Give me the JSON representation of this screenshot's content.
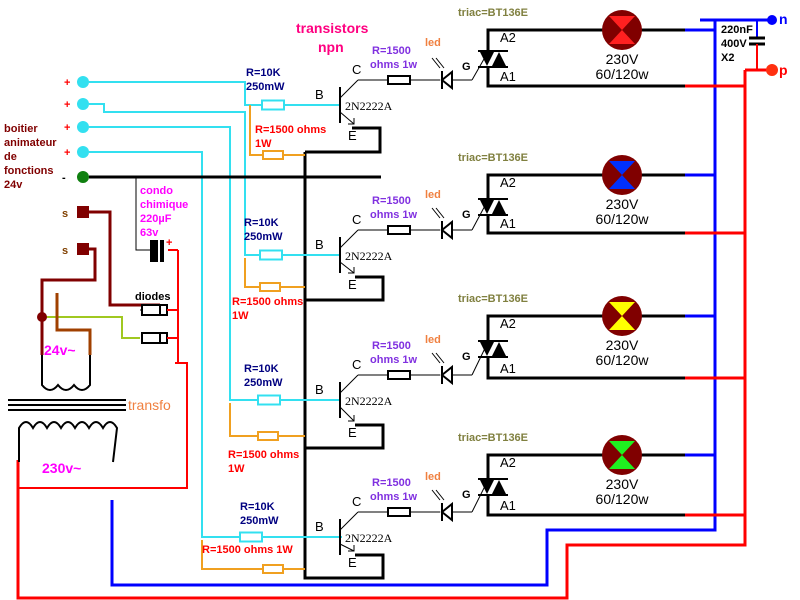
{
  "colors": {
    "cyan": "#33e0f0",
    "orange": "#f0a020",
    "red": "#ff0000",
    "blue": "#0000ff",
    "black": "#000000",
    "maroon": "#800000",
    "olive_green": "#a0c820",
    "magenta": "#ff00ff",
    "pink": "#ff0080",
    "purple": "#8030e0",
    "navy": "#000080",
    "olive_text": "#808040",
    "orange_text": "#f08040",
    "brown_text": "#804000",
    "box_text": "#800000"
  },
  "title": {
    "line1": "transistors",
    "line2": "npn"
  },
  "controller": {
    "label_lines": [
      "boitier",
      "animateur",
      "de",
      "fonctions",
      "24v"
    ],
    "terminals": [
      {
        "sign": "+",
        "color": "#33e0f0"
      },
      {
        "sign": "+",
        "color": "#33e0f0"
      },
      {
        "sign": "+",
        "color": "#33e0f0"
      },
      {
        "sign": "+",
        "color": "#33e0f0"
      },
      {
        "sign": "-",
        "color": "#108010"
      }
    ],
    "s_terminals": [
      "s",
      "s"
    ]
  },
  "capacitor_chem": {
    "lines": [
      "condo",
      "chimique",
      "220µF",
      "63v"
    ],
    "plus": "+"
  },
  "diodes_label": "diodes",
  "transformer": {
    "label": "transfo",
    "secondary": "24v~",
    "primary": "230v~"
  },
  "mains": {
    "n_label": "n",
    "p_label": "p",
    "cap_lines": [
      "220nF",
      "400V",
      "X2"
    ]
  },
  "channels": [
    {
      "base_resistor": [
        "R=10K",
        "250mW"
      ],
      "pull_resistor": [
        "R=1500 ohms",
        "1W"
      ],
      "collector_resistor": [
        "R=1500",
        "ohms 1w"
      ],
      "transistor": "2N2222A",
      "pins": {
        "b": "B",
        "c": "C",
        "e": "E"
      },
      "led": "led",
      "triac": "triac=BT136E",
      "triac_pins": {
        "a2": "A2",
        "a1": "A1",
        "g": "G"
      },
      "lamp_color": "#ff2020",
      "lamp_lines": [
        "230V",
        "60/120w"
      ]
    },
    {
      "base_resistor": [
        "R=10K",
        "250mW"
      ],
      "pull_resistor": [
        "R=1500 ohms",
        "1W"
      ],
      "collector_resistor": [
        "R=1500",
        "ohms 1w"
      ],
      "transistor": "2N2222A",
      "pins": {
        "b": "B",
        "c": "C",
        "e": "E"
      },
      "led": "led",
      "triac": "triac=BT136E",
      "triac_pins": {
        "a2": "A2",
        "a1": "A1",
        "g": "G"
      },
      "lamp_color": "#0030ff",
      "lamp_lines": [
        "230V",
        "60/120w"
      ]
    },
    {
      "base_resistor": [
        "R=10K",
        "250mW"
      ],
      "pull_resistor": [
        "R=1500 ohms",
        "1W"
      ],
      "collector_resistor": [
        "R=1500",
        "ohms 1w"
      ],
      "transistor": "2N2222A",
      "pins": {
        "b": "B",
        "c": "C",
        "e": "E"
      },
      "led": "led",
      "triac": "triac=BT136E",
      "triac_pins": {
        "a2": "A2",
        "a1": "A1",
        "g": "G"
      },
      "lamp_color": "#ffff00",
      "lamp_lines": [
        "230V",
        "60/120w"
      ]
    },
    {
      "base_resistor": [
        "R=10K",
        "250mW"
      ],
      "pull_resistor": [
        "R=1500 ohms 1W",
        ""
      ],
      "collector_resistor": [
        "R=1500",
        "ohms 1w"
      ],
      "transistor": "2N2222A",
      "pins": {
        "b": "B",
        "c": "C",
        "e": "E"
      },
      "led": "led",
      "triac": "triac=BT136E",
      "triac_pins": {
        "a2": "A2",
        "a1": "A1",
        "g": "G"
      },
      "lamp_color": "#20f020",
      "lamp_lines": [
        "230V",
        "60/120w"
      ]
    }
  ]
}
